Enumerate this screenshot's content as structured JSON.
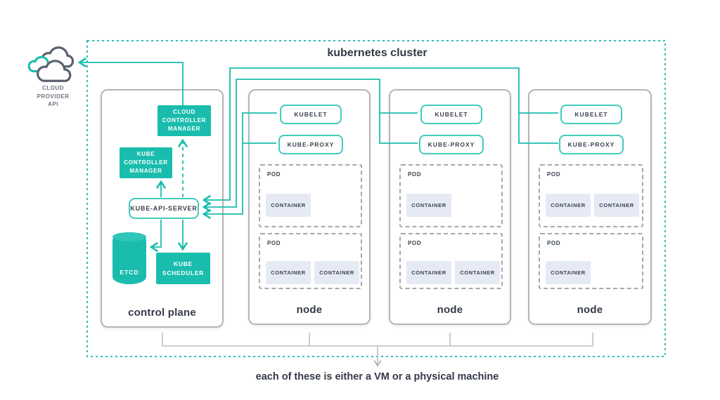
{
  "title": "kubernetes cluster",
  "caption": "each of these is either a VM or a physical machine",
  "cloud": {
    "label": "CLOUD\nPROVIDER\nAPI"
  },
  "control_plane": {
    "label": "control plane",
    "cloud_controller_manager": "CLOUD CONTROLLER MANAGER",
    "kube_controller_manager": "KUBE CONTROLLER MANAGER",
    "kube_api_server": "KUBE-API-SERVER",
    "etcd": "ETCD",
    "kube_scheduler": "KUBE SCHEDULER"
  },
  "nodes": [
    {
      "label": "node",
      "kubelet": "KUBELET",
      "kube_proxy": "KUBE-PROXY",
      "pods": [
        {
          "label": "POD",
          "containers": [
            "CONTAINER"
          ]
        },
        {
          "label": "POD",
          "containers": [
            "CONTAINER",
            "CONTAINER"
          ]
        }
      ]
    },
    {
      "label": "node",
      "kubelet": "KUBELET",
      "kube_proxy": "KUBE-PROXY",
      "pods": [
        {
          "label": "POD",
          "containers": [
            "CONTAINER"
          ]
        },
        {
          "label": "POD",
          "containers": [
            "CONTAINER",
            "CONTAINER"
          ]
        }
      ]
    },
    {
      "label": "node",
      "kubelet": "KUBELET",
      "kube_proxy": "KUBE-PROXY",
      "pods": [
        {
          "label": "POD",
          "containers": [
            "CONTAINER",
            "CONTAINER"
          ]
        },
        {
          "label": "POD",
          "containers": [
            "CONTAINER"
          ]
        }
      ]
    }
  ],
  "colors": {
    "teal": "#1abdad",
    "teal_outline": "#43cbbc",
    "container_fill": "#e6eaf4",
    "box_border_gray": "#b5b5b5",
    "pod_dash_gray": "#a8a8a8",
    "bracket_gray": "#bfbfbf",
    "dark_text": "#333a46",
    "muted_text": "#6f7781"
  }
}
